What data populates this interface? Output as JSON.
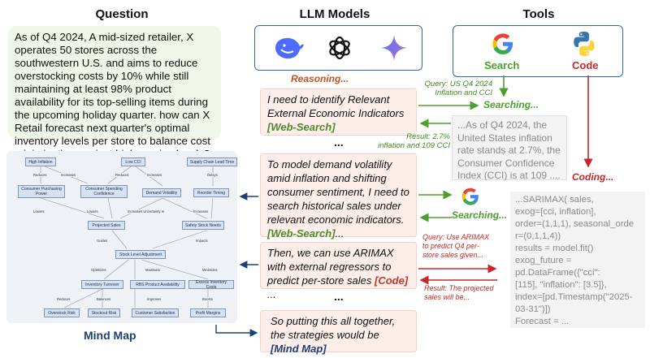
{
  "headers": {
    "question": "Question",
    "llm": "LLM Models",
    "tools": "Tools"
  },
  "question_text": "As of Q4 2024, A mid-sized retailer, X operates 50 stores across the southwestern U.S. and aims to reduce overstocking costs by 10% while still maintaining at least 98% product availability for its top-selling items during the upcoming holiday quarter. how can X Retail forecast next quarter's optimal inventory levels per store to balance cost minimization against high service levels?",
  "reasoning_label": "Reasoning...",
  "steps": [
    {
      "text": "I need to identify Relevant External Economic Indicators ",
      "tag": "[Web-Search]"
    },
    {
      "text": "To model demand volatility amid inflation and shifting consumer sentiment, I need to search historical sales under relevant economic indicators. ",
      "tag": "[Web-Search]",
      "tail": "..."
    },
    {
      "text": "Then, we can use ARIMAX with external regressors to predict per-store sales ",
      "tag": "[Code]",
      "tail": " ..."
    },
    {
      "text": "So putting this all together, the strategies would be ",
      "tag": "[Mind Map]"
    }
  ],
  "ellipsis": "...",
  "tools": {
    "search": "Search",
    "code": "Code"
  },
  "notes": {
    "query1": "Query: US Q4 2024\nInflation and CCI",
    "result1": "Result: 2.7%\ninflation and 109 CCI",
    "query2": "Query: Use ARIMAX\nto predict Q4 per-\nstore sales given...",
    "result2": "Result: The projected\nsales will be..."
  },
  "searching": "Searching...",
  "coding": "Coding...",
  "search_result": "...As of Q4 2024, the United States inflation rate stands at 2.7%, the Consumer Confidence Index (CCI) is at 109 ....",
  "code_lines": [
    "...SARIMAX( sales,",
    "exog=[cci, inflation],",
    "order=(1,1,1),  seasonal_orde",
    "r=(0,1,1,4))",
    "results = model.fit()",
    "exog_future =",
    "pd.DataFrame({\"cci\":",
    "[115], \"inflation\": [3.5]},",
    "index=[pd.Timestamp(\"2025-",
    "03-31\")])",
    "Forecast = ..."
  ],
  "mind_map": {
    "title": "Mind Map",
    "nodes": {
      "high_inflation": "High Inflation",
      "low_cci": "Low CCI",
      "supply_chain": "Supply Chain Lead Time",
      "purchasing_power": "Consumer Purchasing Power",
      "spending_confidence": "Consumer Spending Confidence",
      "demand_volatility": "Demand Volatility",
      "reorder_timing": "Reorder Timing",
      "projected_sales": "Projected Sales",
      "safety_stock": "Safety Stock Needs",
      "stock_level": "Stock Level Adjustment",
      "inventory_turnover": "Inventory Turnover",
      "rbs_availability": "RBS Product Availability",
      "excess_costs": "Excess Inventory Costs",
      "overstock_risk": "Overstock Risk",
      "stockout_risk": "Stockout Risk",
      "customer_satisfaction": "Customer Satisfaction",
      "profit_margins": "Profit Margins"
    },
    "edges": {
      "reduces1": "Reduces",
      "increases1": "Increases",
      "reduces2": "Reduces",
      "increases2": "Increases",
      "delays": "Delays",
      "lowers1": "Lowers",
      "lowers2": "Lowers",
      "increases_uncertainty": "Increases Uncertainty In",
      "increases3": "Increases",
      "guides": "Guides",
      "impacts": "Impacts",
      "optimizes": "Optimizes",
      "maintains": "Maintains",
      "minimizes": "Minimizes",
      "reduces3": "Reduces",
      "balances": "Balances",
      "improves": "Improves",
      "boosts": "Boosts"
    }
  },
  "colors": {
    "green": "#4aa02c",
    "red": "#c62828",
    "blue": "#1d4174",
    "orange": "#c2551d"
  }
}
